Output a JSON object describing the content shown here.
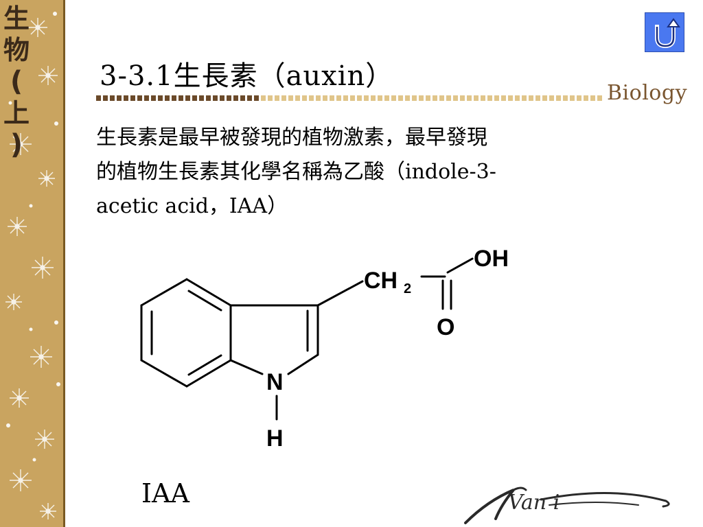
{
  "sidebar": {
    "chars": [
      "生",
      "物",
      "(",
      "上",
      ")"
    ]
  },
  "header": {
    "title": "3-3.1生長素（auxin）",
    "brand": "Biology",
    "home_icon": "u-turn-return-icon"
  },
  "content": {
    "lines": [
      "生長素是最早被發現的植物激素，最早發現",
      "的植物生長素其化學名稱為乙酸（indole-3-",
      "acetic acid，IAA）"
    ]
  },
  "molecule": {
    "labels": {
      "oh": "OH",
      "ch": "CH",
      "sub2": "2",
      "o": "O",
      "n": "N",
      "h": "H"
    },
    "caption": "IAA"
  },
  "signature": "Van i",
  "colors": {
    "strip": "#c9a460",
    "home_button": "#4a78f0",
    "divider_dark": "#6b4a2a",
    "divider_light": "#e0c58a",
    "brand": "#7a5630"
  }
}
